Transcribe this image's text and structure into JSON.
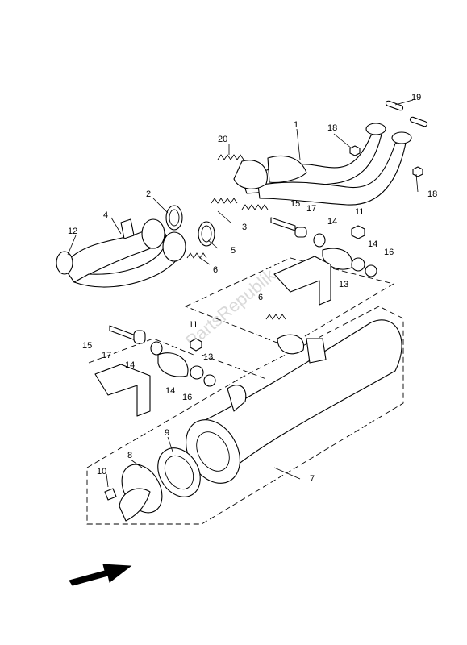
{
  "diagram": {
    "watermark": "PartsRepublik",
    "callouts": [
      {
        "id": "c1",
        "text": "1"
      },
      {
        "id": "c2",
        "text": "2"
      },
      {
        "id": "c3",
        "text": "3"
      },
      {
        "id": "c4",
        "text": "4"
      },
      {
        "id": "c5",
        "text": "5"
      },
      {
        "id": "c6a",
        "text": "6"
      },
      {
        "id": "c6b",
        "text": "6"
      },
      {
        "id": "c7",
        "text": "7"
      },
      {
        "id": "c8",
        "text": "8"
      },
      {
        "id": "c9",
        "text": "9"
      },
      {
        "id": "c10",
        "text": "10"
      },
      {
        "id": "c11a",
        "text": "11"
      },
      {
        "id": "c11b",
        "text": "11"
      },
      {
        "id": "c12",
        "text": "12"
      },
      {
        "id": "c13a",
        "text": "13"
      },
      {
        "id": "c13b",
        "text": "13"
      },
      {
        "id": "c14a",
        "text": "14"
      },
      {
        "id": "c14b",
        "text": "14"
      },
      {
        "id": "c14c",
        "text": "14"
      },
      {
        "id": "c14d",
        "text": "14"
      },
      {
        "id": "c15a",
        "text": "15"
      },
      {
        "id": "c15b",
        "text": "15"
      },
      {
        "id": "c16a",
        "text": "16"
      },
      {
        "id": "c16b",
        "text": "16"
      },
      {
        "id": "c17a",
        "text": "17"
      },
      {
        "id": "c17b",
        "text": "17"
      },
      {
        "id": "c18a",
        "text": "18"
      },
      {
        "id": "c18b",
        "text": "18"
      },
      {
        "id": "c19",
        "text": "19"
      },
      {
        "id": "c20",
        "text": "20"
      }
    ]
  }
}
